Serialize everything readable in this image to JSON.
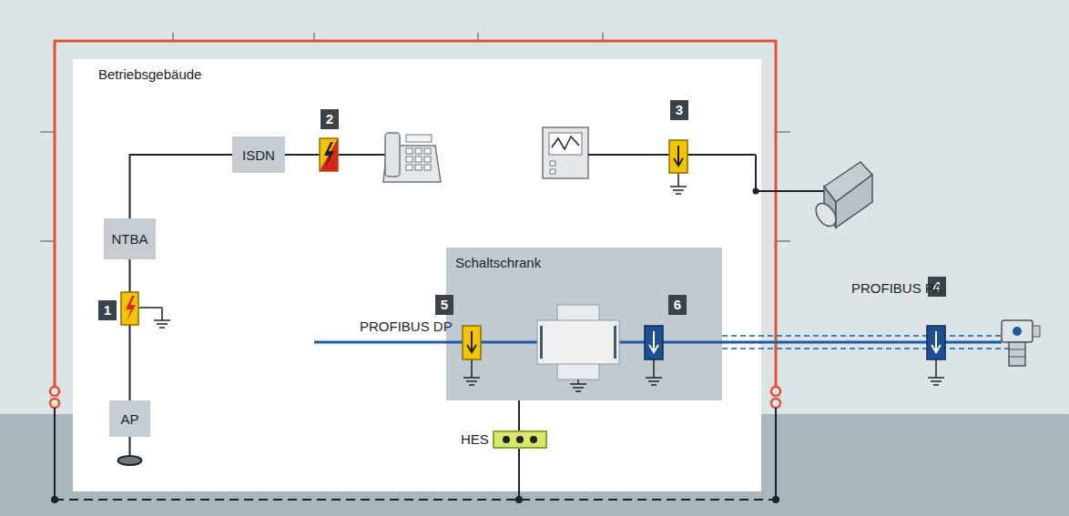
{
  "diagram": {
    "nodes": [
      {
        "text": [
          "Betriebsgebäude"
        ]
      },
      {
        "text": [
          "ISDN"
        ],
        "in": 0
      },
      {
        "text": [
          "NTBA"
        ],
        "in": 0
      },
      {
        "text": [
          "AP"
        ],
        "in": 0
      },
      {
        "text": [
          "Schaltschrank"
        ],
        "in": 0
      }
    ],
    "edges": [
      {
        "from": 3,
        "to": 2,
        "arrow": "none"
      },
      {
        "from": 2,
        "to": 1,
        "arrow": "none"
      }
    ],
    "labels": [
      "1",
      "2",
      "3",
      "4",
      "5",
      "6",
      "PROFIBUS DP",
      "PROFIBUS PA",
      "HES"
    ]
  }
}
